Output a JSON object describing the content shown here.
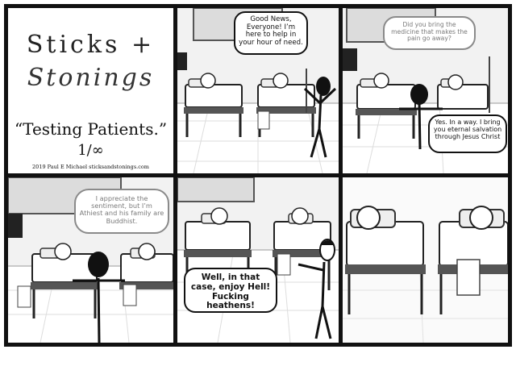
{
  "comic": {
    "logo_line1": "Sticks +",
    "logo_line2": "Stonings",
    "episode_title": "“Testing Patients.”",
    "episode_number": "1/∞",
    "credit": "2019 Paul E Michael    sticksandstonings.com"
  },
  "panels": {
    "p2": {
      "speech": "Good News, Everyone! I’m here to help in your hour of need."
    },
    "p3": {
      "patient_question": "Did you bring the medicine that makes the pain go away?",
      "reply": "Yes. In a way. I bring you eternal salvation through Jesus Christ"
    },
    "p4": {
      "patient_reply": "I appreciate the sentiment, but I’m Athiest and his family are Buddhist."
    },
    "p5": {
      "speech": "Well, in that case, enjoy Hell! Fucking heathens!"
    }
  },
  "colors": {
    "gutter": "#111111",
    "panel_bg": "#ffffff",
    "quiet_speech": "#8a8a8a"
  }
}
